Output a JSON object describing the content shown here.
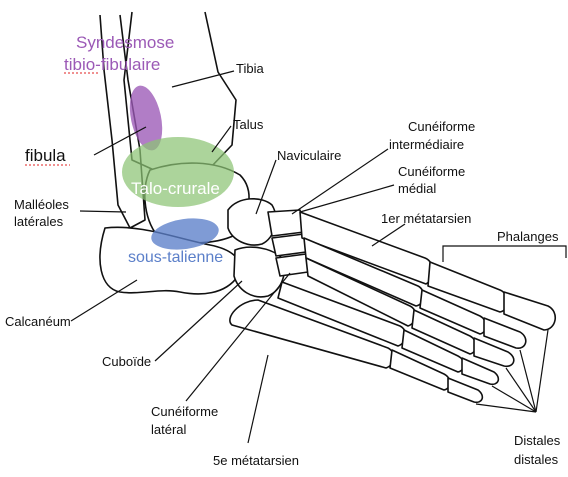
{
  "colors": {
    "syndesmose": "#9b59b6",
    "talo_crurale": "#8cc474",
    "sous_talienne": "#5b7fc9",
    "line": "#111111",
    "text": "#111111",
    "spellcheck": "#e02020"
  },
  "labels": {
    "syndesmose_1": "Syndesmose",
    "syndesmose_2": "tibio-fibulaire",
    "tibia": "Tibia",
    "fibula": "fibula",
    "talus": "Talus",
    "talo_crurale": "Talo-crurale",
    "malleoles_1": "Malléoles",
    "malleoles_2": "latérales",
    "sous_talienne": "sous-talienne",
    "calcaneum": "Calcanéum",
    "cuboide": "Cuboïde",
    "cuneiforme_lateral_1": "Cunéiforme",
    "cuneiforme_lateral_2": "latéral",
    "metatarsien_5": "5e métatarsien",
    "naviculaire": "Naviculaire",
    "cuneiforme_intermediaire_1": "Cunéiforme",
    "cuneiforme_intermediaire_2": "intermédiaire",
    "cuneiforme_medial_1": "Cunéiforme",
    "cuneiforme_medial_2": "médial",
    "metatarsien_1": "1er métatarsien",
    "phalanges": "Phalanges",
    "distales_1": "Distales",
    "distales_2": "distales"
  }
}
